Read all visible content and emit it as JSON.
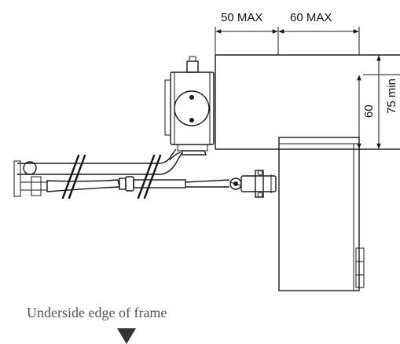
{
  "dimensions": {
    "top_left": "50 MAX",
    "top_right": "60 MAX",
    "side_inner": "60",
    "side_outer": "75 min"
  },
  "caption": "Underside edge of frame",
  "colors": {
    "line": "#1a1a1a",
    "caption_text": "#555555",
    "marker": "#333333"
  },
  "icons": {
    "edge_marker": "down-triangle-icon"
  }
}
